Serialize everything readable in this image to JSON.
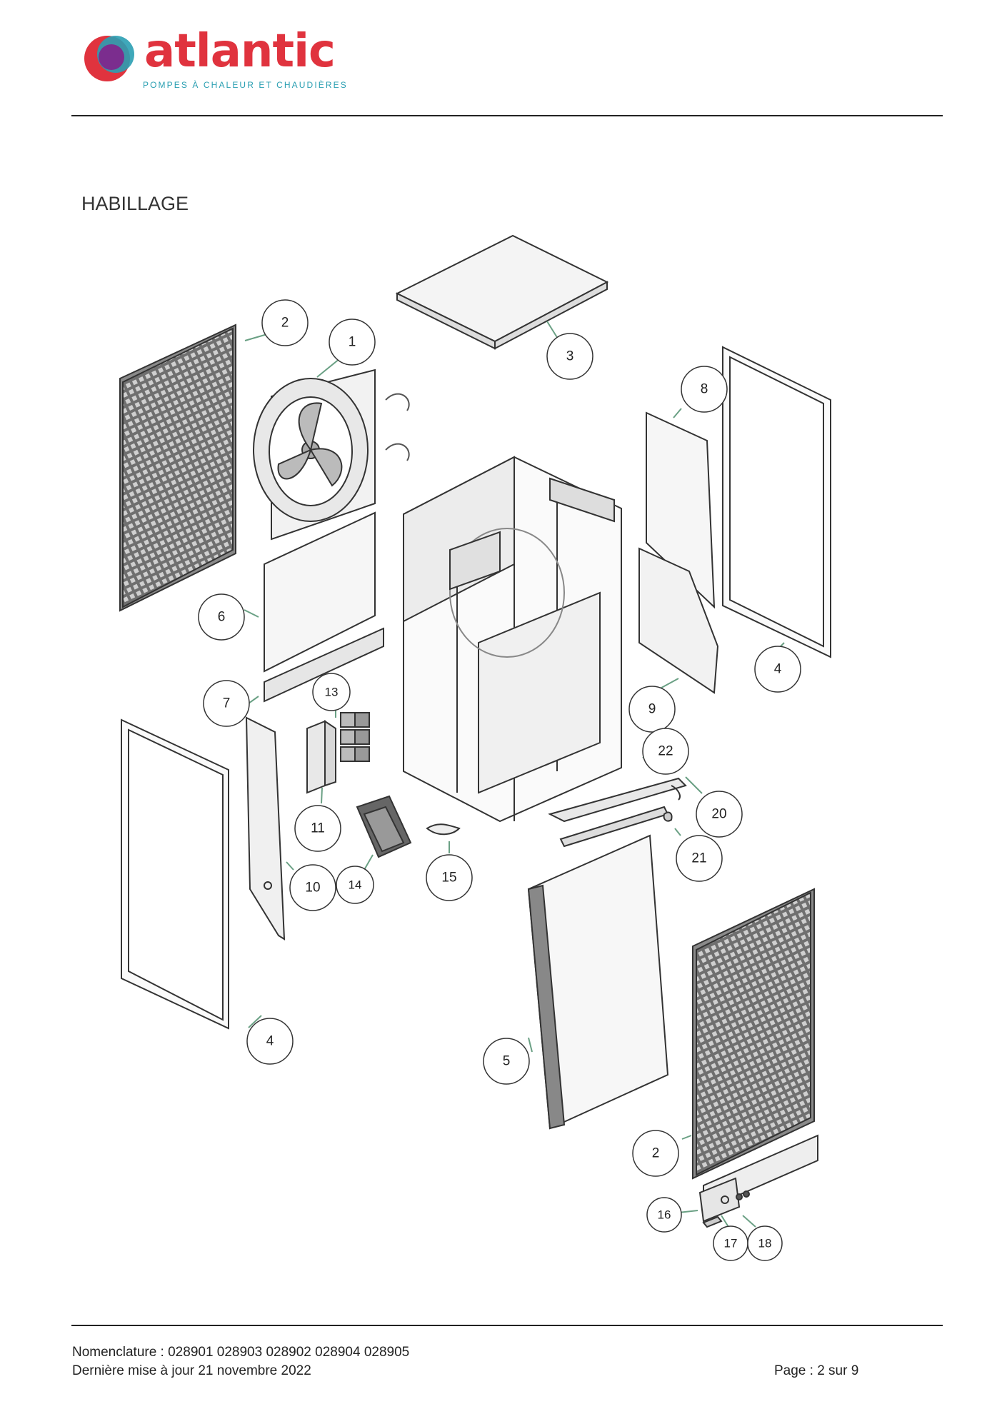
{
  "header": {
    "logo_word": "atlantic",
    "logo_tagline": "POMPES À CHALEUR ET CHAUDIÈRES",
    "brand_colors": {
      "red": "#e0333e",
      "teal": "#2a9fb2",
      "purple": "#7b2d8e"
    }
  },
  "section": {
    "title": "HABILLAGE"
  },
  "diagram": {
    "callouts": [
      {
        "id": "c1",
        "label": "1"
      },
      {
        "id": "c2a",
        "label": "2"
      },
      {
        "id": "c2b",
        "label": "2"
      },
      {
        "id": "c3",
        "label": "3"
      },
      {
        "id": "c4a",
        "label": "4"
      },
      {
        "id": "c4b",
        "label": "4"
      },
      {
        "id": "c5",
        "label": "5"
      },
      {
        "id": "c6",
        "label": "6"
      },
      {
        "id": "c7",
        "label": "7"
      },
      {
        "id": "c8",
        "label": "8"
      },
      {
        "id": "c9",
        "label": "9"
      },
      {
        "id": "c10",
        "label": "10"
      },
      {
        "id": "c11",
        "label": "11"
      },
      {
        "id": "c13",
        "label": "13"
      },
      {
        "id": "c14",
        "label": "14"
      },
      {
        "id": "c15",
        "label": "15"
      },
      {
        "id": "c16",
        "label": "16"
      },
      {
        "id": "c17",
        "label": "17"
      },
      {
        "id": "c18",
        "label": "18"
      },
      {
        "id": "c20",
        "label": "20"
      },
      {
        "id": "c21",
        "label": "21"
      },
      {
        "id": "c22",
        "label": "22"
      }
    ],
    "leader_color": "#6aa084"
  },
  "footer": {
    "nomenclature": "Nomenclature : 028901 028903 028902 028904 028905",
    "updated": "Dernière mise à jour 21 novembre 2022",
    "page": "Page : 2 sur 9"
  }
}
